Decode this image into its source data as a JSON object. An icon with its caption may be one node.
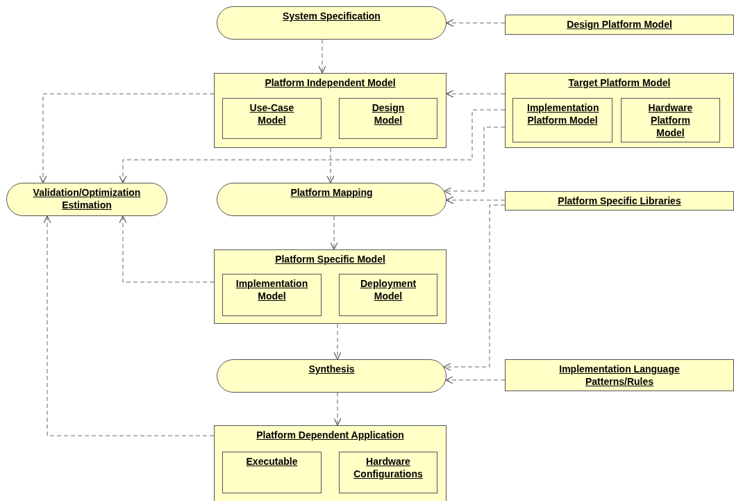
{
  "diagram": {
    "nodes": [
      {
        "text": [
          "System Specification"
        ]
      },
      {
        "text": [
          "Design Platform Model"
        ]
      },
      {
        "text": [
          "Platform Independent Model"
        ]
      },
      {
        "text": [
          "Use-Case Model"
        ],
        "in": 2
      },
      {
        "text": [
          "Design Model"
        ],
        "in": 2
      },
      {
        "text": [
          "Target Platform Model"
        ]
      },
      {
        "text": [
          "Implementation Platform Model"
        ],
        "in": 5
      },
      {
        "text": [
          "Hardware Platform Model"
        ],
        "in": 5
      },
      {
        "text": [
          "Validation/Optimization Estimation"
        ]
      },
      {
        "text": [
          "Platform Mapping"
        ]
      },
      {
        "text": [
          "Platform Specific Libraries"
        ]
      },
      {
        "text": [
          "Platform Specific Model"
        ]
      },
      {
        "text": [
          "Implementation Model"
        ],
        "in": 11
      },
      {
        "text": [
          "Deployment Model"
        ],
        "in": 11
      },
      {
        "text": [
          "Synthesis"
        ]
      },
      {
        "text": [
          "Implementation Language Patterns/Rules"
        ]
      },
      {
        "text": [
          "Platform Dependent Application"
        ]
      },
      {
        "text": [
          "Executable"
        ],
        "in": 16
      },
      {
        "text": [
          "Hardware Configurations"
        ],
        "in": 16
      }
    ],
    "edges": [
      {
        "from": 1,
        "to": 0,
        "arrow": "to"
      },
      {
        "from": 0,
        "to": 2,
        "arrow": "to"
      },
      {
        "from": 5,
        "to": 2,
        "arrow": "to"
      },
      {
        "from": 2,
        "to": 8,
        "arrow": "to"
      },
      {
        "from": 5,
        "to": 8,
        "arrow": "to"
      },
      {
        "from": 5,
        "to": 9,
        "arrow": "to"
      },
      {
        "from": 2,
        "to": 9,
        "arrow": "to"
      },
      {
        "from": 10,
        "to": 9,
        "arrow": "to"
      },
      {
        "from": 10,
        "to": 14,
        "arrow": "to"
      },
      {
        "from": 9,
        "to": 11,
        "arrow": "to"
      },
      {
        "from": 11,
        "to": 8,
        "arrow": "to"
      },
      {
        "from": 11,
        "to": 14,
        "arrow": "to"
      },
      {
        "from": 15,
        "to": 14,
        "arrow": "to"
      },
      {
        "from": 14,
        "to": 16,
        "arrow": "to"
      },
      {
        "from": 16,
        "to": 8,
        "arrow": "to"
      }
    ]
  }
}
